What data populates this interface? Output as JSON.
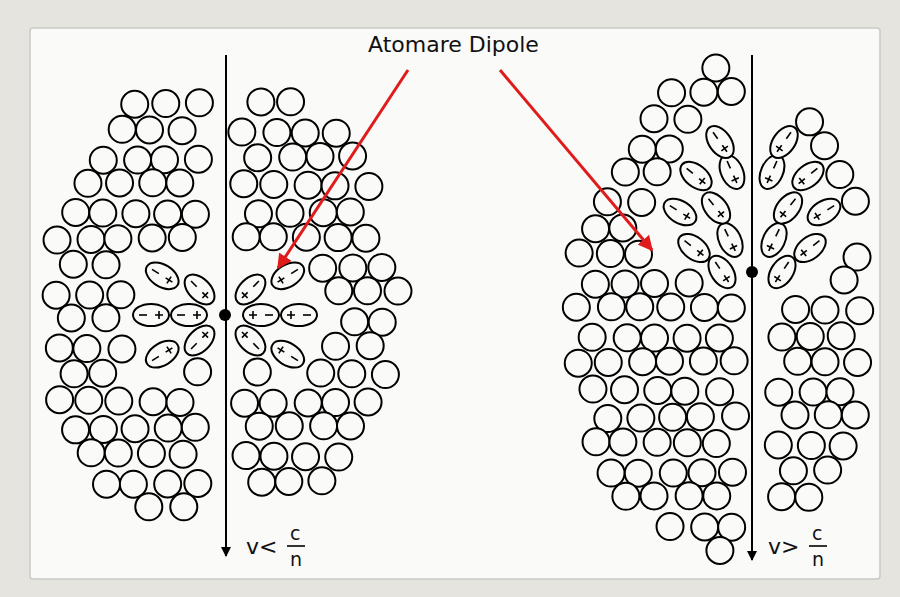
{
  "diagram": {
    "labels": [
      "Atomare Dipole",
      "v<",
      "c",
      "n",
      "v>",
      "c",
      "n"
    ]
  }
}
